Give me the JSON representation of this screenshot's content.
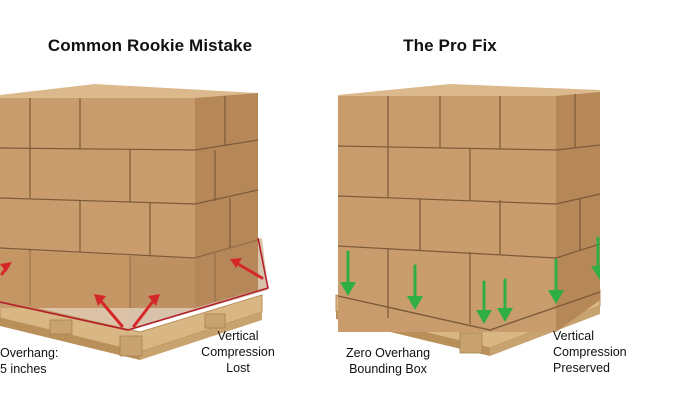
{
  "left_panel": {
    "title": "Common Rookie Mistake",
    "overhang_label": "Overhang:\n5 inches",
    "compression_label": "Vertical\nCompression\nLost",
    "arrow_color": "#d6282b"
  },
  "right_panel": {
    "title": "The Pro Fix",
    "zero_overhang_label": "Zero Overhang\nBounding Box",
    "compression_label": "Vertical\nCompression\nPreserved",
    "arrow_color": "#2fae45"
  },
  "colors": {
    "box": "#c89c6c",
    "box_shade": "#a97e52",
    "box_top": "#dcb98d",
    "seam": "#7d5a38",
    "pallet": "#d9b784",
    "pallet_dark": "#b98f5a"
  }
}
